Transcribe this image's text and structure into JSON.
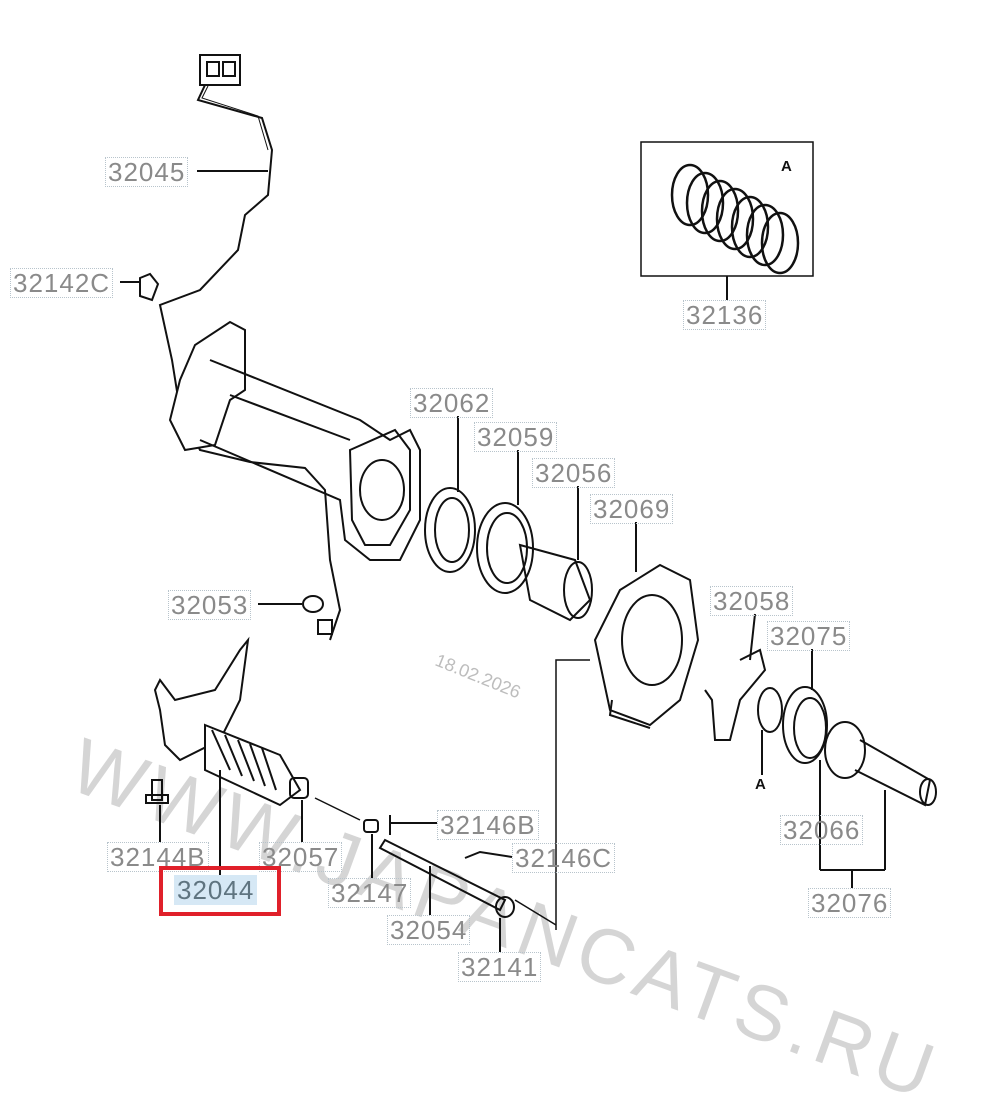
{
  "labels": {
    "l32045": "32045",
    "l32142C": "32142C",
    "l32136": "32136",
    "l32062": "32062",
    "l32059": "32059",
    "l32056": "32056",
    "l32069": "32069",
    "l32053": "32053",
    "l32058": "32058",
    "l32075": "32075",
    "l32146B": "32146B",
    "l32144B": "32144B",
    "l32057": "32057",
    "l32146C": "32146C",
    "l32066": "32066",
    "l32147": "32147",
    "l32044": "32044",
    "l32054": "32054",
    "l32141": "32141",
    "l32076": "32076"
  },
  "detail_marker": "A",
  "detail_marker_2": "A",
  "selected_part": "32044",
  "highlight_color": "#e0202a",
  "watermark": "WWW.JAPANCATS.RU",
  "date_stamp": "18.02.2026"
}
